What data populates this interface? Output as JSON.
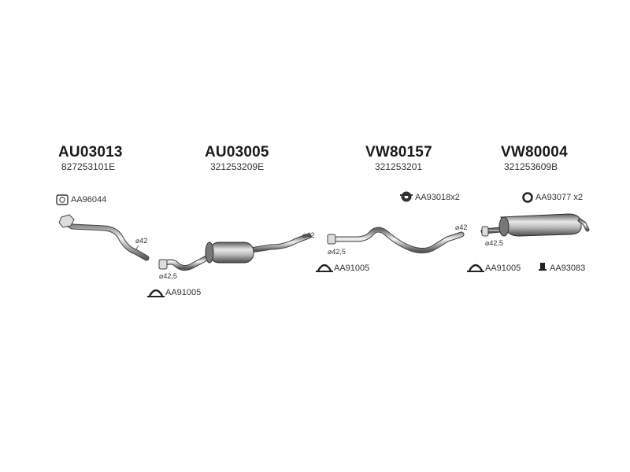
{
  "groups": [
    {
      "part_number": "AU03013",
      "oem_number": "827253101E",
      "accessories": [
        {
          "code": "AA96044",
          "icon": "gasket-icon"
        }
      ],
      "diameters": [
        "⌀42"
      ]
    },
    {
      "part_number": "AU03005",
      "oem_number": "321253209E",
      "accessories": [
        {
          "code": "AA91005",
          "icon": "clamp-icon"
        }
      ],
      "diameters": [
        "⌀42,5",
        "⌀42"
      ]
    },
    {
      "part_number": "VW80157",
      "oem_number": "321253201",
      "accessories": [
        {
          "code": "AA93018x2",
          "icon": "rubber-hanger-icon"
        },
        {
          "code": "AA91005",
          "icon": "clamp-icon"
        }
      ],
      "diameters": [
        "⌀42,5",
        "⌀42"
      ]
    },
    {
      "part_number": "VW80004",
      "oem_number": "321253609B",
      "accessories": [
        {
          "code": "AA93077 x2",
          "icon": "ring-icon"
        },
        {
          "code": "AA91005",
          "icon": "clamp-icon"
        },
        {
          "code": "AA93083",
          "icon": "bracket-icon"
        }
      ],
      "diameters": [
        "⌀42,5"
      ]
    }
  ]
}
